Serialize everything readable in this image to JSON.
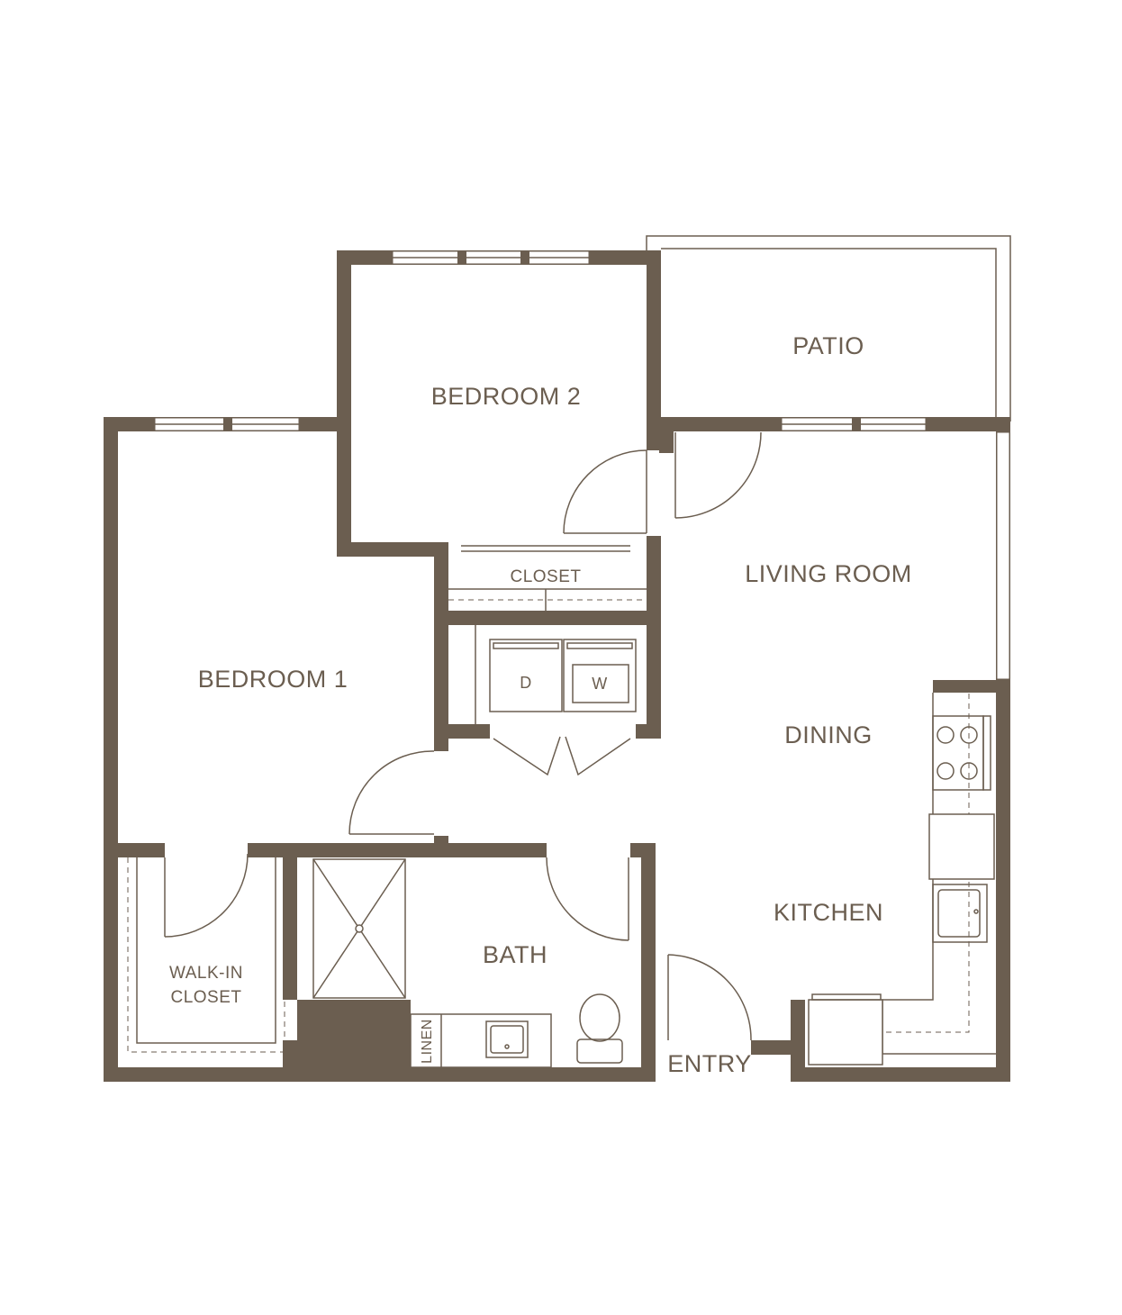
{
  "labels": {
    "patio": "PATIO",
    "bedroom_2": "BEDROOM 2",
    "living_room": "LIVING ROOM",
    "closet": "CLOSET",
    "bedroom_1": "BEDROOM 1",
    "dryer": "D",
    "washer": "W",
    "dining": "DINING",
    "kitchen": "KITCHEN",
    "walk_in_closet_line1": "WALK-IN",
    "walk_in_closet_line2": "CLOSET",
    "bath": "BATH",
    "linen": "LINEN",
    "entry": "ENTRY"
  },
  "colors": {
    "wall": "#6b5e50",
    "background": "#ffffff"
  }
}
